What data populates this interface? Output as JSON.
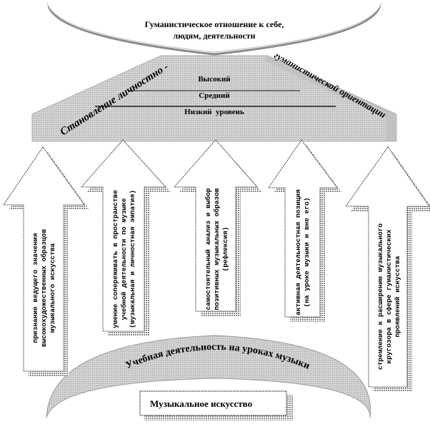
{
  "top_goal": {
    "line1": "Гуманистическое отношение к себе,",
    "line2": "людям, деятельности"
  },
  "pyramid": {
    "left_caption": "Становление личностно -",
    "right_caption": "гуманистической ориентации",
    "levels": [
      "Высокий",
      "Средний",
      "Низкий  уровень"
    ]
  },
  "arrows": [
    {
      "lines": [
        "признание ведущего значения",
        "высокохудожественных образцов",
        "музыкального искусства"
      ]
    },
    {
      "lines": [
        "умение сопереживать в пространстве",
        "учебной деятельности по музыке",
        "(музыкальная и личностная эмпатия)"
      ]
    },
    {
      "lines": [
        "самостоятельный анализ и выбор",
        "позитивных музыкальных образов",
        "(рефлексия)"
      ]
    },
    {
      "lines": [
        "активная деятельностная позиция",
        "(на уроке музыки и вне его)"
      ]
    },
    {
      "lines": [
        "стремление к расширению музыкального",
        "кругозора в сфере гуманистических",
        "проявлений искусства"
      ]
    }
  ],
  "base_arc": {
    "label": "Учебная деятельность на уроках музыки"
  },
  "foundation": {
    "label": "Музыкальное искусство"
  },
  "colors": {
    "shape_fill": "#c8c8c8",
    "shadow": "#9a9a9a",
    "stroke": "#000000",
    "white": "#ffffff"
  }
}
